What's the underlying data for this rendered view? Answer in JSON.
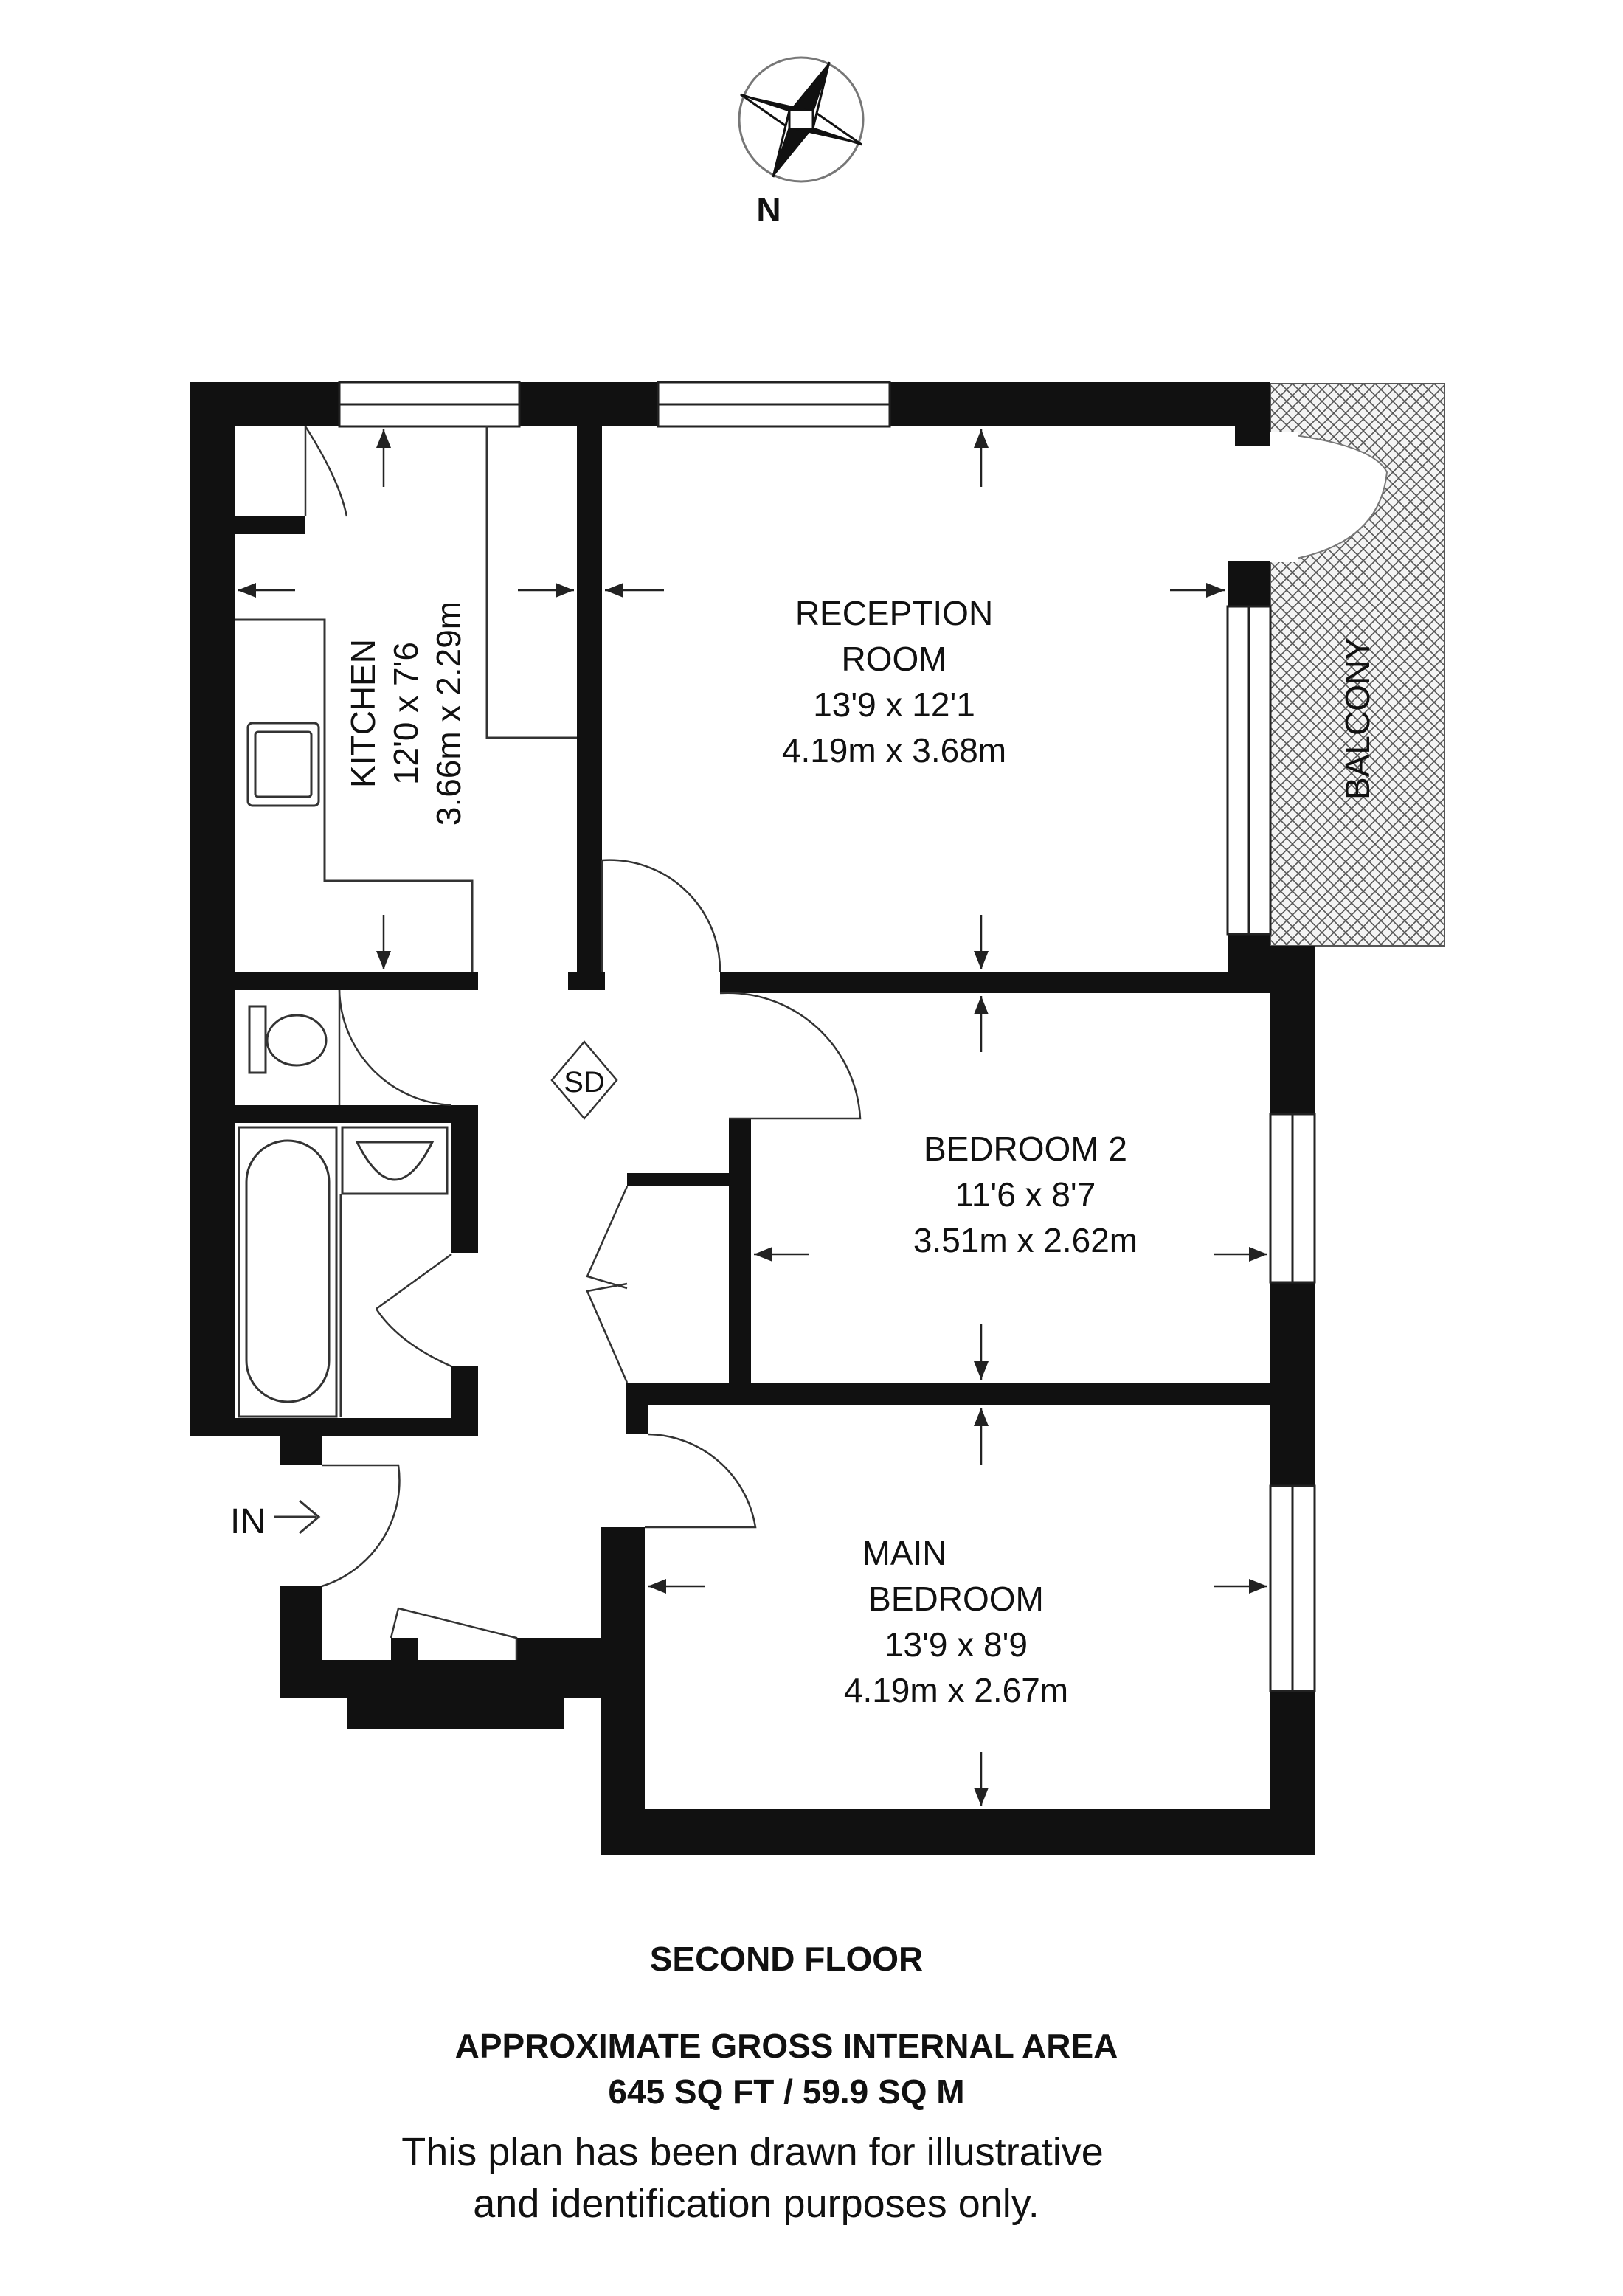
{
  "compass": {
    "label": "N"
  },
  "rooms": {
    "kitchen": {
      "name": "KITCHEN",
      "imperial": "12'0 x 7'6",
      "metric": "3.66m x 2.29m"
    },
    "reception": {
      "name_line1": "RECEPTION",
      "name_line2": "ROOM",
      "imperial": "13'9 x 12'1",
      "metric": "4.19m x 3.68m"
    },
    "balcony": {
      "name": "BALCONY"
    },
    "bedroom2": {
      "name": "BEDROOM 2",
      "imperial": "11'6 x 8'7",
      "metric": "3.51m x 2.62m"
    },
    "main_bedroom": {
      "name_line1": "MAIN",
      "name_line2": "BEDROOM",
      "imperial": "13'9 x 8'9",
      "metric": "4.19m x 2.67m"
    }
  },
  "symbols": {
    "smoke_detector": "SD",
    "entrance": "IN"
  },
  "footer": {
    "floor": "SECOND FLOOR",
    "area_title": "APPROXIMATE GROSS INTERNAL AREA",
    "area_value": "645 SQ FT / 59.9 SQ M",
    "disclaimer_1": "This plan has been drawn for illustrative",
    "disclaimer_2": "and identification purposes only."
  },
  "colors": {
    "wall": "#111111",
    "background": "#ffffff",
    "line": "#222222"
  }
}
